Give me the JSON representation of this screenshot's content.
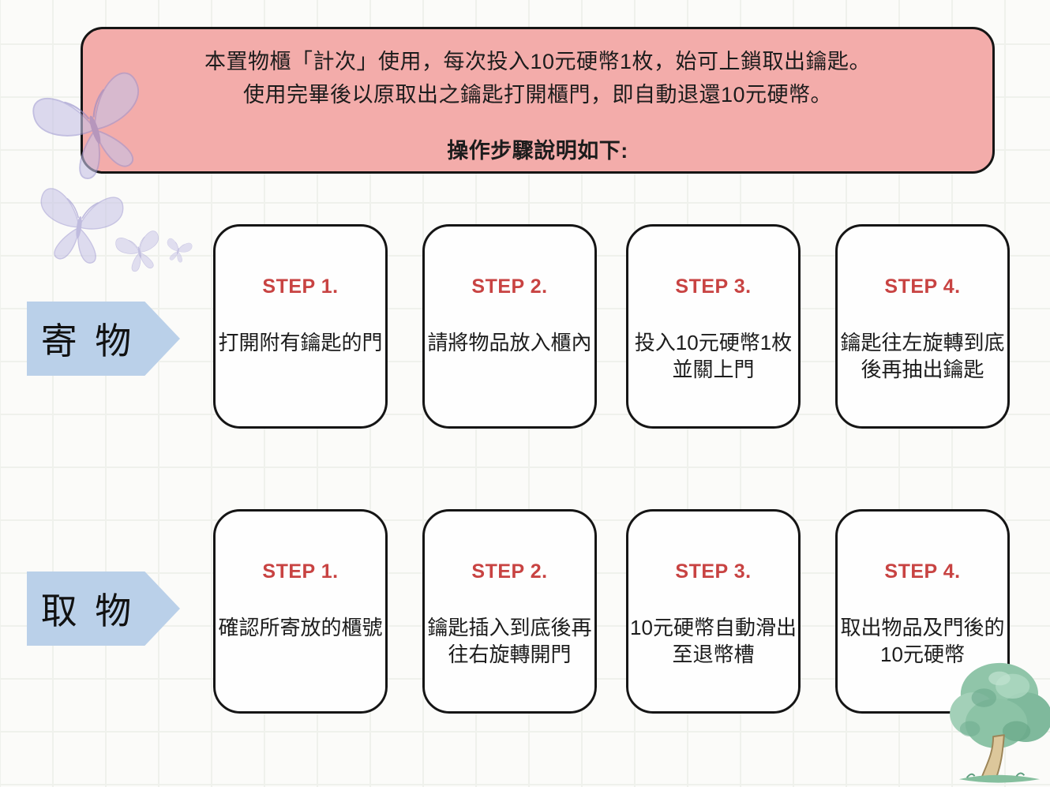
{
  "header": {
    "line1": "本置物櫃「計次」使用，每次投入10元硬幣1枚，始可上鎖取出鑰匙。",
    "line2": "使用完畢後以原取出之鑰匙打開櫃門，即自動退還10元硬幣。",
    "line3": "操作步驟說明如下:"
  },
  "rows": [
    {
      "label": "寄 物",
      "steps": [
        {
          "title": "STEP 1.",
          "lines": [
            "打開附有鑰匙的門"
          ]
        },
        {
          "title": "STEP 2.",
          "lines": [
            "請將物品放入櫃內"
          ]
        },
        {
          "title": "STEP 3.",
          "lines": [
            "投入10元硬幣1枚",
            "並關上門"
          ]
        },
        {
          "title": "STEP 4.",
          "lines": [
            "鑰匙往左旋轉到底",
            "後再抽出鑰匙"
          ]
        }
      ]
    },
    {
      "label": "取 物",
      "steps": [
        {
          "title": "STEP 1.",
          "lines": [
            "確認所寄放的櫃號"
          ]
        },
        {
          "title": "STEP 2.",
          "lines": [
            "鑰匙插入到底後再",
            "往右旋轉開門"
          ]
        },
        {
          "title": "STEP 3.",
          "lines": [
            "10元硬幣自動滑出",
            "至退幣槽"
          ]
        },
        {
          "title": "STEP 4.",
          "lines": [
            "取出物品及門後的",
            "10元硬幣"
          ]
        }
      ]
    }
  ],
  "icons": {
    "butterflies": "butterfly-icon",
    "tree": "tree-icon"
  },
  "colors": {
    "header_bg": "#f3acaa",
    "step_title_red": "#c84342",
    "arrow_blue": "#bad0e9",
    "card_border": "#151515",
    "butterfly_lavender": "#c6c2e6",
    "tree_green": "#8cc3a6",
    "tree_trunk": "#dcc79b"
  }
}
